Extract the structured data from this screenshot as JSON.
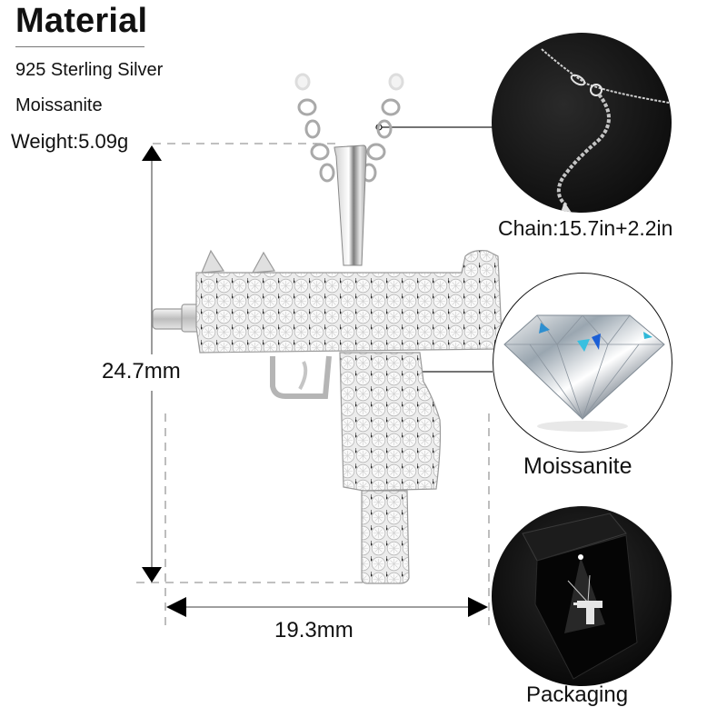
{
  "material": {
    "title": "Material",
    "items": [
      "925 Sterling Silver",
      "Moissanite"
    ],
    "weight": "Weight:5.09g"
  },
  "dimensions": {
    "height": "24.7mm",
    "width": "19.3mm"
  },
  "callouts": [
    {
      "label": "Chain:15.7in+2.2in",
      "icon": "chain-extender-photo"
    },
    {
      "label": "Moissanite",
      "icon": "gemstone-photo"
    },
    {
      "label": "Packaging",
      "icon": "gift-box-photo"
    }
  ],
  "product": {
    "icon": "gun-pendant-necklace"
  },
  "colors": {
    "text": "#111111",
    "dash": "#9a9a9a",
    "circle_dark": "#141414",
    "silver": "#d8d8d8"
  }
}
